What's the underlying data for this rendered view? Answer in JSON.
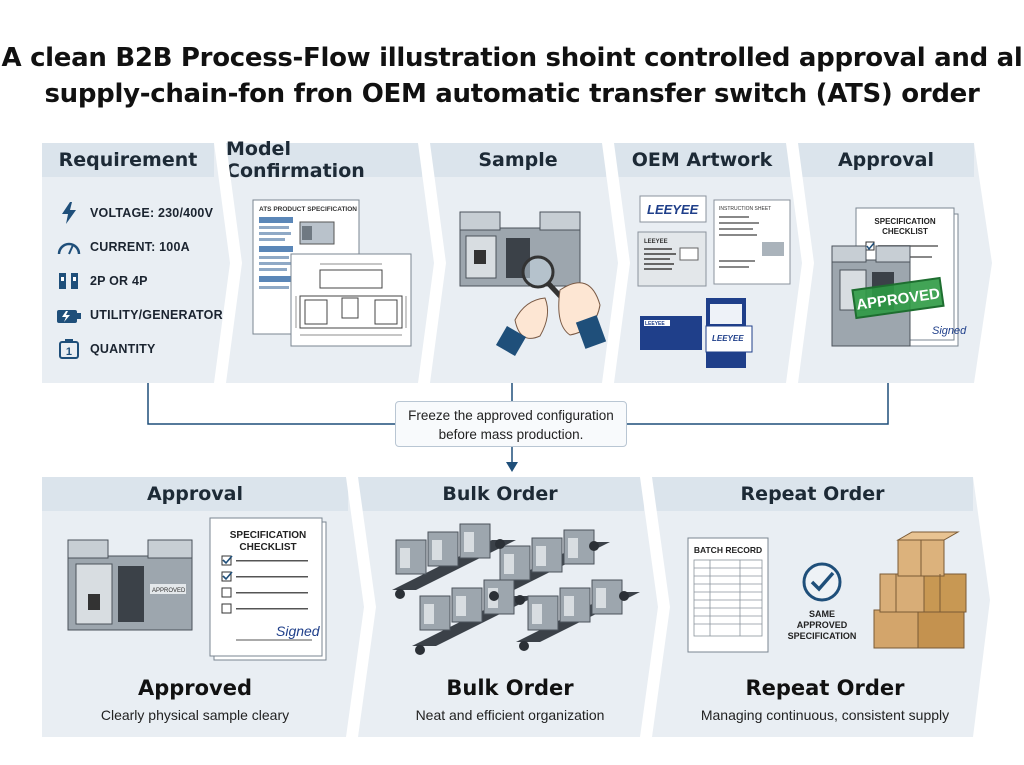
{
  "title": {
    "line1": "A clean B2B Process-Flow illustration shoint controlled approval and al",
    "line2": "supply-chain-fon fron OEM automatic transfer switch (ATS) order"
  },
  "top_stages": [
    {
      "label": "Requirement"
    },
    {
      "label": "Model Confirmation"
    },
    {
      "label": "Sample"
    },
    {
      "label": "OEM Artwork"
    },
    {
      "label": "Approval"
    }
  ],
  "requirements": [
    {
      "icon": "lightning-icon",
      "text": "VOLTAGE: 230/400V"
    },
    {
      "icon": "gauge-icon",
      "text": "CURRENT: 100A"
    },
    {
      "icon": "poles-icon",
      "text": "2P OR 4P"
    },
    {
      "icon": "generator-icon",
      "text": "UTILITY/GENERATOR"
    },
    {
      "icon": "quantity-icon",
      "text": "QUANTITY",
      "badge": "1"
    }
  ],
  "model_sheet_title": "ATS PRODUCT SPECIFICATION",
  "oem": {
    "logo": "LEEYEE",
    "instruction_sheet": "INSTRUCTION SHEET",
    "label_title": "LEEYEE",
    "box_brand": "LEEYEE",
    "box_model": "LEEYEE"
  },
  "approval_top": {
    "checklist_title_1": "SPECIFICATION",
    "checklist_title_2": "CHECKLIST",
    "stamp": "APPROVED",
    "signature": "Signed"
  },
  "freeze_note": {
    "line1": "Freeze the approved configuration",
    "line2": "before mass production."
  },
  "bottom_stages": [
    {
      "label": "Approval",
      "caption": "Approved",
      "sub": "Clearly physical sample cleary"
    },
    {
      "label": "Bulk Order",
      "caption": "Bulk Order",
      "sub": "Neat and efficient organization"
    },
    {
      "label": "Repeat Order",
      "caption": "Repeat Order",
      "sub": "Managing continuous, consistent supply"
    }
  ],
  "approval_bottom": {
    "checklist_title_1": "SPECIFICATION",
    "checklist_title_2": "CHECKLIST",
    "device_label": "APPROVED",
    "signature": "Signed"
  },
  "repeat": {
    "batch_title": "BATCH RECORD",
    "same_1": "SAME",
    "same_2": "APPROVED",
    "same_3": "SPECIFICATION"
  },
  "colors": {
    "band": "#e9eef3",
    "header": "#dbe4ec",
    "connector": "#1f4f7a",
    "stamp_green": "#2e9a44",
    "brand_blue": "#1f3f8a"
  }
}
